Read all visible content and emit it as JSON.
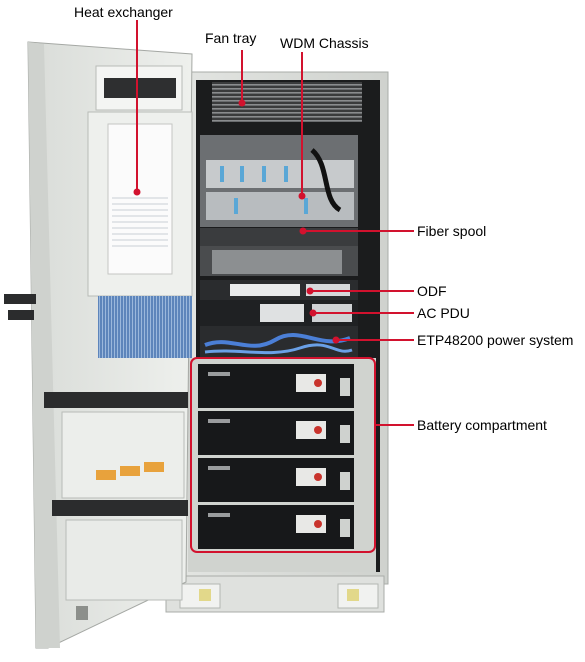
{
  "labels": {
    "heat_exchanger": "Heat exchanger",
    "fan_tray": "Fan tray",
    "wdm_chassis": "WDM Chassis",
    "fiber_spool": "Fiber spool",
    "odf": "ODF",
    "ac_pdu": "AC PDU",
    "etp48200": "ETP48200 power system",
    "battery_compartment": "Battery compartment"
  },
  "colors": {
    "callout": "#d2122e",
    "cabinet": "#e7e9e6",
    "cabinet_shadow": "#c9ccc8",
    "equipment": "#2a2c2e",
    "battery": "#17181a",
    "filter_blue": "#6c93c4"
  },
  "battery_count": 4
}
